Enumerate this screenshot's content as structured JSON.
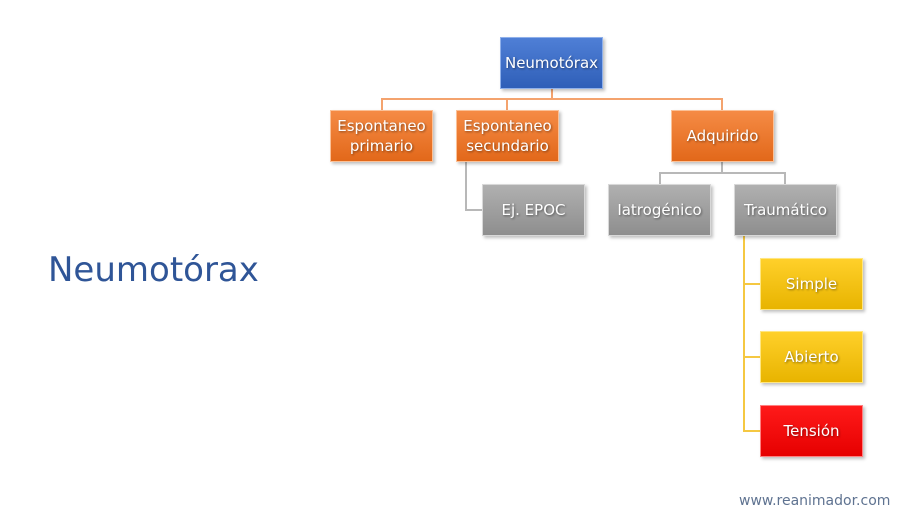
{
  "slide_title": "Neumotórax",
  "footer": "www.reanimador.com",
  "diagram": {
    "root": "Neumotórax",
    "level1": [
      "Espontaneo primario",
      "Espontaneo secundario",
      "Adquirido"
    ],
    "secundario_children": [
      "Ej. EPOC"
    ],
    "adquirido_children": [
      "Iatrogénico",
      "Traumático"
    ],
    "traumatico_children": [
      "Simple",
      "Abierto",
      "Tensión"
    ]
  },
  "colors": {
    "root": "#3a6bc8",
    "level1": "#ed7626",
    "level2": "#9e9e9e",
    "trauma": "#f5c000",
    "tension": "#f20000",
    "title": "#2f5597"
  }
}
